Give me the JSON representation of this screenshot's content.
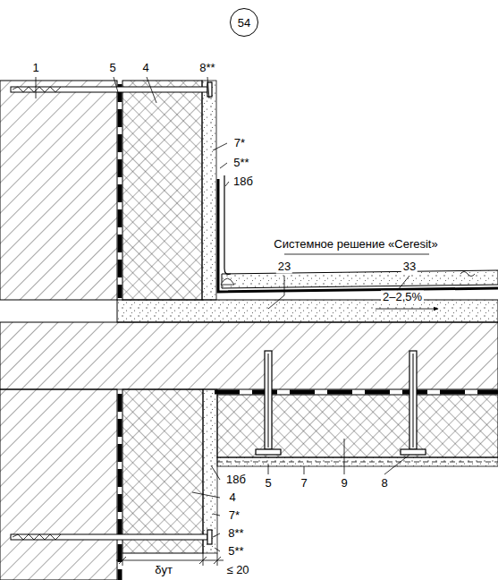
{
  "diagram": {
    "nodes": [
      {
        "text": [
          "54"
        ]
      }
    ],
    "labels": [
      "1",
      "5",
      "4",
      "8**",
      "7*",
      "5**",
      "18б",
      "Системное решение «Ceresit»",
      "23",
      "33",
      "2–2,5%",
      "18б",
      "4",
      "7*",
      "8**",
      "5**",
      "5",
      "7",
      "9",
      "8",
      "δут",
      "≤ 20"
    ]
  }
}
